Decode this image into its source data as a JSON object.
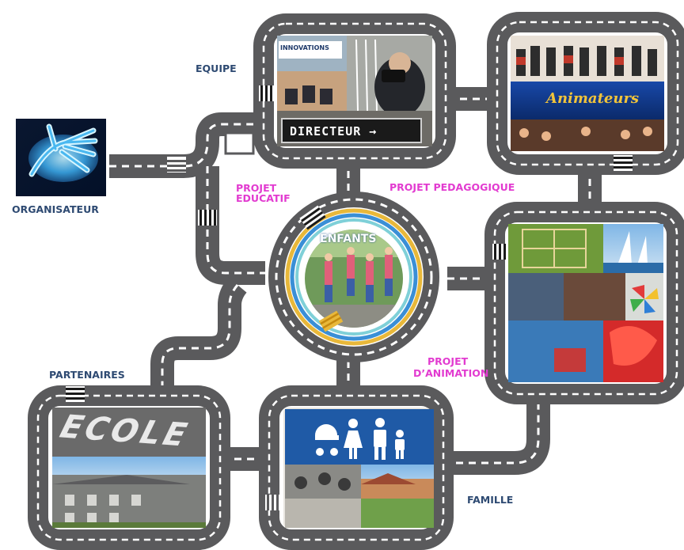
{
  "labels": {
    "organisateur": "ORGANISATEUR",
    "equipe": "EQUIPE",
    "projet_educatif_1": "PROJET",
    "projet_educatif_2": "EDUCATIF",
    "projet_pedagogique": "PROJET PEDAGOGIQUE",
    "projet_animation_1": "PROJET",
    "projet_animation_2": "D’ANIMATION",
    "partenaires": "PARTENAIRES",
    "famille": "FAMILLE",
    "enfants": "ENFANTS"
  },
  "photo_text": {
    "innovations": "INNOVATIONS",
    "directeur": "DIRECTEUR →",
    "animateurs": "Animateurs",
    "ecole": "ECOLE"
  },
  "colors": {
    "road": "#5a5a5c",
    "road_dash": "#ffffff",
    "label_navy": "#2e4a72",
    "label_pink": "#e23bd0",
    "family_sign": "#1f5aa6",
    "ring_yellow": "#e8b83a",
    "ring_blue": "#3a8fd6",
    "ring_teal": "#7fd0d8"
  },
  "icons": [
    "hand-icon",
    "family-pictogram-icon",
    "pinwheel-icon"
  ]
}
